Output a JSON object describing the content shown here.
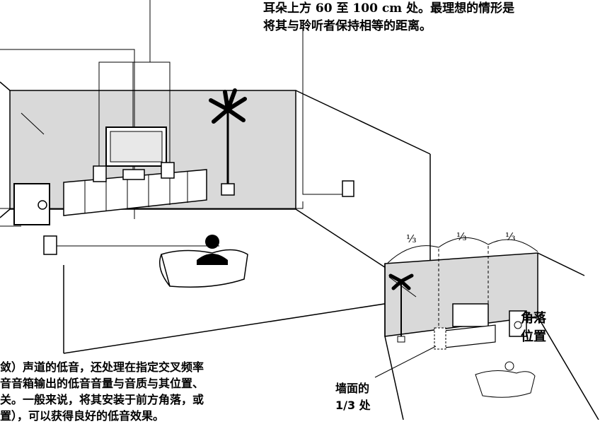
{
  "captions": {
    "top_line1": "耳朵上方 60 至 100 cm 处。最理想的情形是",
    "top_line2": "将其与聆听者保持相等的距离。",
    "bottom_line1": "敛）声道的低音，还处理在指定交叉频率",
    "bottom_line2": "音音箱输出的低音音量与音质与其位置、",
    "bottom_line3": "关。一般来说，将其安装于前方角落，或",
    "bottom_line4": "置），可以获得良好的低音效果。",
    "corner_line1": "角落",
    "corner_line2": "位置",
    "wall_line1": "墙面的",
    "wall_line2": "1/3 处"
  },
  "fractions": [
    "⅓",
    "⅓",
    "⅓"
  ]
}
